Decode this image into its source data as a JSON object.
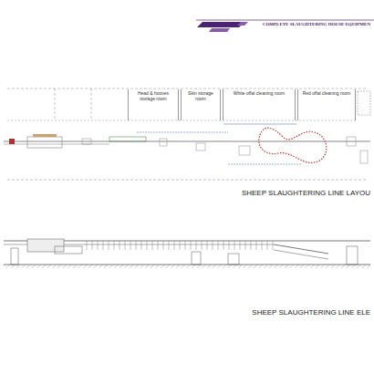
{
  "diagram": {
    "nodes": [
      {
        "text": [
          "Head & hooves storage room"
        ]
      },
      {
        "text": [
          "Skin storage room"
        ]
      },
      {
        "text": [
          "White offal cleaning room"
        ]
      },
      {
        "text": [
          "Red offal cleaning room"
        ]
      }
    ],
    "labels": [
      "COMPLETE SLAUGHTERING HOUSE EQUIPMEN",
      "SHEEP SLAUGHTERING LINE LAYOU",
      "SHEEP SLAUGHTERING LINE ELE"
    ]
  }
}
